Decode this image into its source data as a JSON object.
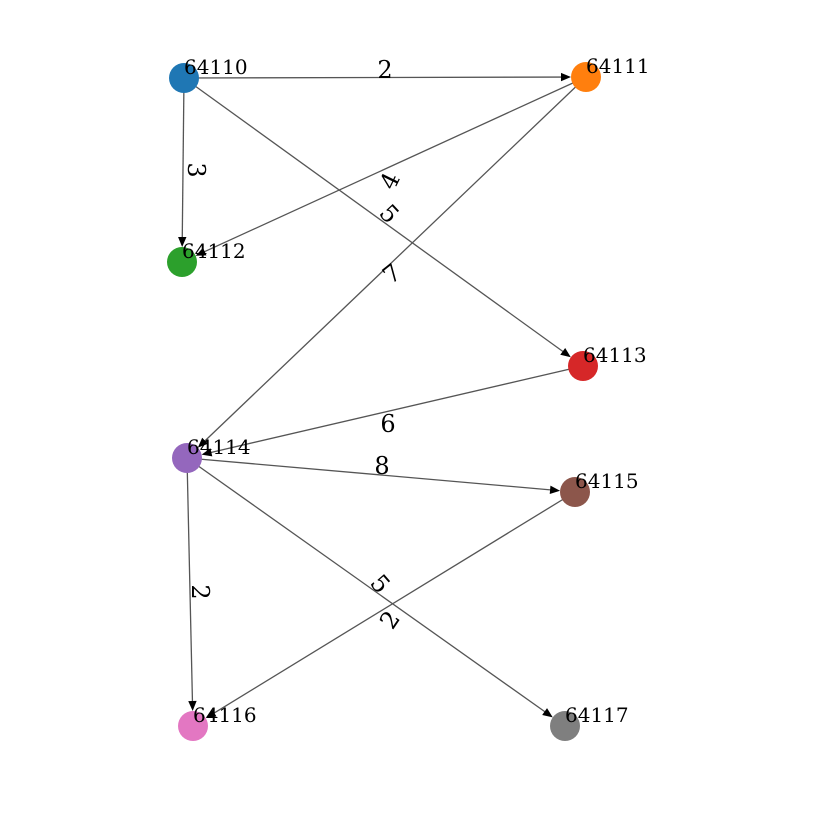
{
  "graph": {
    "directed": true,
    "nodes": [
      {
        "id": "64110",
        "label": "64110",
        "color": "#1f77b4"
      },
      {
        "id": "64111",
        "label": "64111",
        "color": "#ff7f0e"
      },
      {
        "id": "64112",
        "label": "64112",
        "color": "#2ca02c"
      },
      {
        "id": "64113",
        "label": "64113",
        "color": "#d62728"
      },
      {
        "id": "64114",
        "label": "64114",
        "color": "#9467bd"
      },
      {
        "id": "64115",
        "label": "64115",
        "color": "#8c564b"
      },
      {
        "id": "64116",
        "label": "64116",
        "color": "#e377c2"
      },
      {
        "id": "64117",
        "label": "64117",
        "color": "#7f7f7f"
      }
    ],
    "edges": [
      {
        "source": "64110",
        "target": "64111",
        "weight": "2"
      },
      {
        "source": "64110",
        "target": "64112",
        "weight": "3"
      },
      {
        "source": "64111",
        "target": "64112",
        "weight": "4"
      },
      {
        "source": "64110",
        "target": "64113",
        "weight": "5"
      },
      {
        "source": "64111",
        "target": "64114",
        "weight": "7"
      },
      {
        "source": "64113",
        "target": "64114",
        "weight": "6"
      },
      {
        "source": "64114",
        "target": "64115",
        "weight": "8"
      },
      {
        "source": "64114",
        "target": "64116",
        "weight": "2"
      },
      {
        "source": "64114",
        "target": "64117",
        "weight": "5"
      },
      {
        "source": "64115",
        "target": "64116",
        "weight": "2"
      }
    ]
  }
}
